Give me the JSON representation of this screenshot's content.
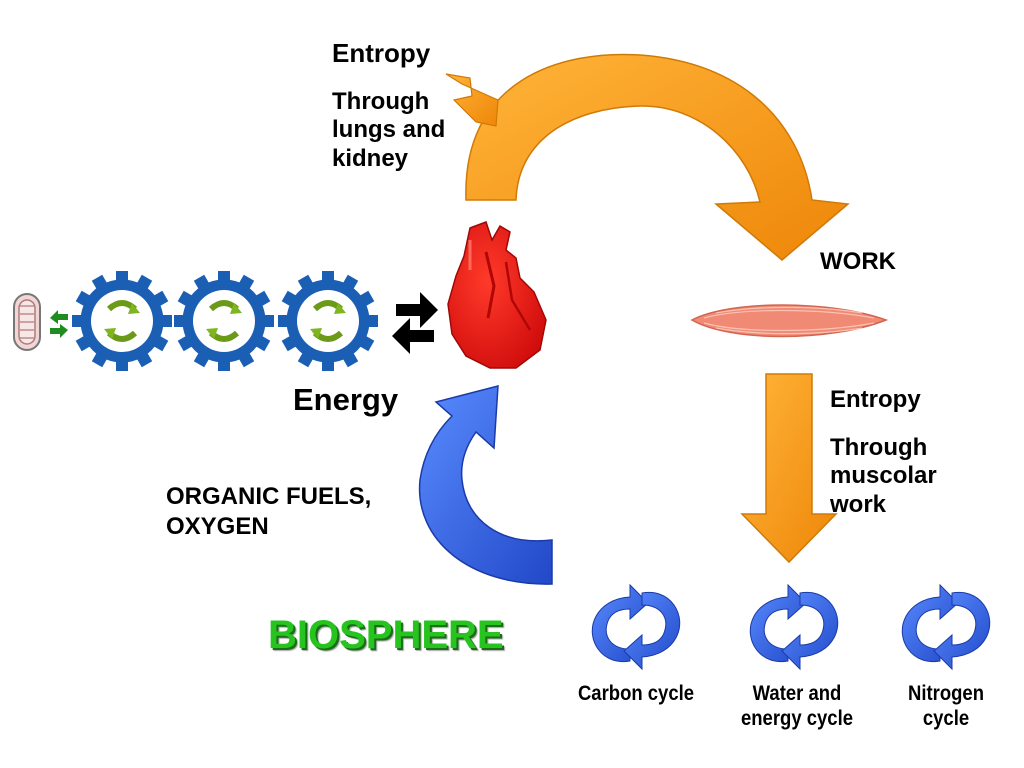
{
  "labels": {
    "entropy_top": "Entropy",
    "entropy_top_note": "Through\nlungs and\nkidney",
    "work": "WORK",
    "energy": "Energy",
    "entropy_right": "Entropy",
    "entropy_right_note": "Through\nmuscolar\nwork",
    "fuels": "ORGANIC FUELS,\nOXYGEN",
    "biosphere": "BIOSPHERE"
  },
  "cycles": [
    {
      "label": "Carbon cycle"
    },
    {
      "label": "Water and\nenergy cycle"
    },
    {
      "label": "Nitrogen\ncycle"
    }
  ],
  "colors": {
    "orange": "#f5920f",
    "blue": "#2f5fe0",
    "gear": "#1b5fb4",
    "heart": "#ee1111",
    "biosphere": "#27c41f",
    "muscle": "#f08a74"
  },
  "icons": [
    "mitochondrion-icon",
    "swap-arrows-icon",
    "gear-icon",
    "heart-icon",
    "muscle-icon",
    "cycle-arrows-icon"
  ]
}
